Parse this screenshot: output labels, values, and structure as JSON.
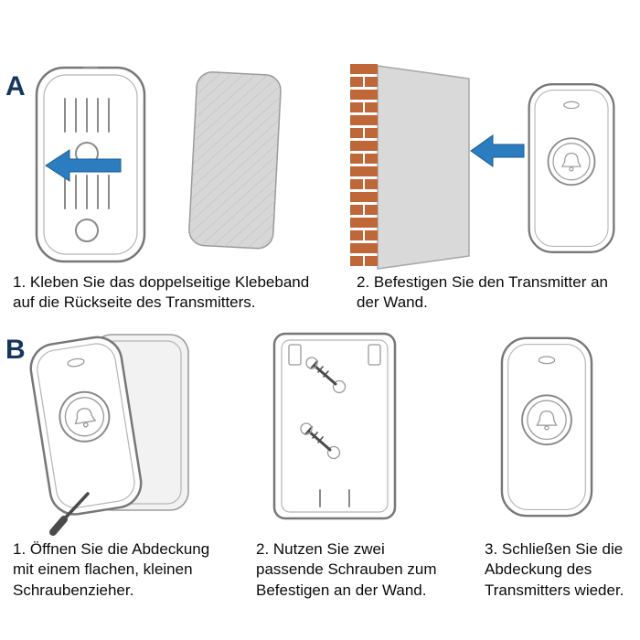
{
  "sections": {
    "a": {
      "label": "A",
      "steps": [
        {
          "caption": "1. Kleben Sie das doppelseitige Klebeband\nauf die Rückseite des Transmitters."
        },
        {
          "caption": "2. Befestigen Sie den Transmitter an\nder Wand."
        }
      ]
    },
    "b": {
      "label": "B",
      "steps": [
        {
          "caption": "1. Öffnen Sie die Abdeckung\nmit einem flachen, kleinen\nSchraubenzieher."
        },
        {
          "caption": "2. Nutzen Sie zwei\npassende Schrauben zum\nBefestigen an der Wand."
        },
        {
          "caption": "3. Schließen Sie die\nAbdeckung des\nTransmitters wieder."
        }
      ]
    }
  },
  "icons": {
    "arrow_left": "arrow-left-icon",
    "bell": "bell-icon",
    "screw": "screw-icon",
    "screwdriver": "screwdriver-icon"
  },
  "colors": {
    "arrow": "#2b7dc0",
    "arrow_edge": "#1a5c94",
    "brick": "#c0673a",
    "panel_gray": "#d9d9d9",
    "outline": "#777777",
    "section_label": "#16365f"
  }
}
